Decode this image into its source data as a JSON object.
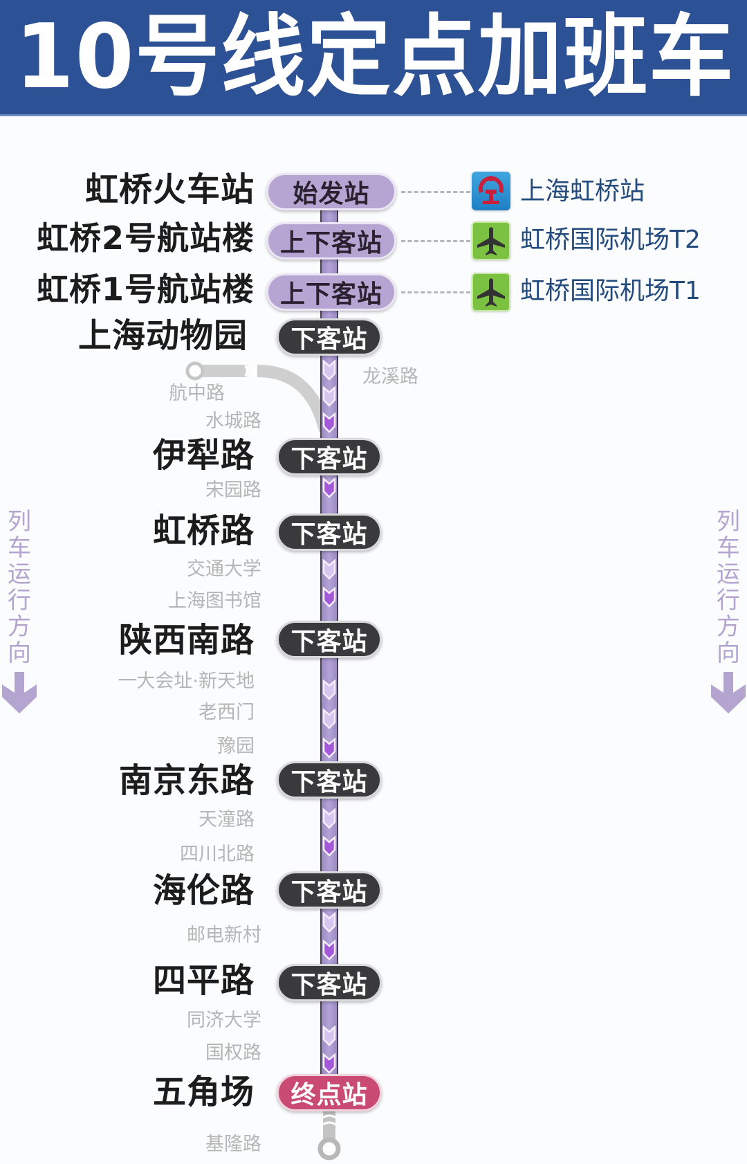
{
  "header": {
    "title": "10号线定点加班车",
    "background_color": "#2d5195"
  },
  "direction_label": {
    "chars": [
      "列",
      "车",
      "运",
      "行",
      "方",
      "向"
    ],
    "icon": "down-arrow-icon",
    "color": "#b3a5d0"
  },
  "badge_types": {
    "start": {
      "label": "始发站",
      "color": "#b6a5d3"
    },
    "both": {
      "label": "上下客站",
      "color": "#b6a5d3"
    },
    "alight": {
      "label": "下客站",
      "color": "#3a3a3c"
    },
    "end": {
      "label": "终点站",
      "color": "#c94a72"
    }
  },
  "stations": [
    {
      "name": "虹桥火车站",
      "type": "major",
      "badge": "始发站",
      "badge_kind": "start",
      "transfer": {
        "icon": "railway-icon",
        "label": "上海虹桥站"
      }
    },
    {
      "name": "虹桥2号航站楼",
      "type": "major",
      "badge": "上下客站",
      "badge_kind": "both",
      "transfer": {
        "icon": "airplane-icon",
        "label": "虹桥国际机场T2"
      }
    },
    {
      "name": "虹桥1号航站楼",
      "type": "major",
      "badge": "上下客站",
      "badge_kind": "both",
      "transfer": {
        "icon": "airplane-icon",
        "label": "虹桥国际机场T1"
      }
    },
    {
      "name": "上海动物园",
      "type": "major",
      "badge": "下客站",
      "badge_kind": "alight"
    },
    {
      "name": "龙溪路",
      "type": "minor"
    },
    {
      "name": "水城路",
      "type": "minor"
    },
    {
      "name": "伊犁路",
      "type": "major",
      "badge": "下客站",
      "badge_kind": "alight"
    },
    {
      "name": "宋园路",
      "type": "minor"
    },
    {
      "name": "虹桥路",
      "type": "major",
      "badge": "下客站",
      "badge_kind": "alight"
    },
    {
      "name": "交通大学",
      "type": "minor"
    },
    {
      "name": "上海图书馆",
      "type": "minor"
    },
    {
      "name": "陕西南路",
      "type": "major",
      "badge": "下客站",
      "badge_kind": "alight"
    },
    {
      "name": "一大会址·新天地",
      "type": "minor"
    },
    {
      "name": "老西门",
      "type": "minor"
    },
    {
      "name": "豫园",
      "type": "minor"
    },
    {
      "name": "南京东路",
      "type": "major",
      "badge": "下客站",
      "badge_kind": "alight"
    },
    {
      "name": "天潼路",
      "type": "minor"
    },
    {
      "name": "四川北路",
      "type": "minor"
    },
    {
      "name": "海伦路",
      "type": "major",
      "badge": "下客站",
      "badge_kind": "alight"
    },
    {
      "name": "邮电新村",
      "type": "minor"
    },
    {
      "name": "四平路",
      "type": "major",
      "badge": "下客站",
      "badge_kind": "alight"
    },
    {
      "name": "同济大学",
      "type": "minor"
    },
    {
      "name": "国权路",
      "type": "minor"
    },
    {
      "name": "五角场",
      "type": "major",
      "badge": "终点站",
      "badge_kind": "end"
    }
  ],
  "branch": {
    "terminal": "航中路"
  },
  "line_end": {
    "terminal": "基隆路"
  }
}
